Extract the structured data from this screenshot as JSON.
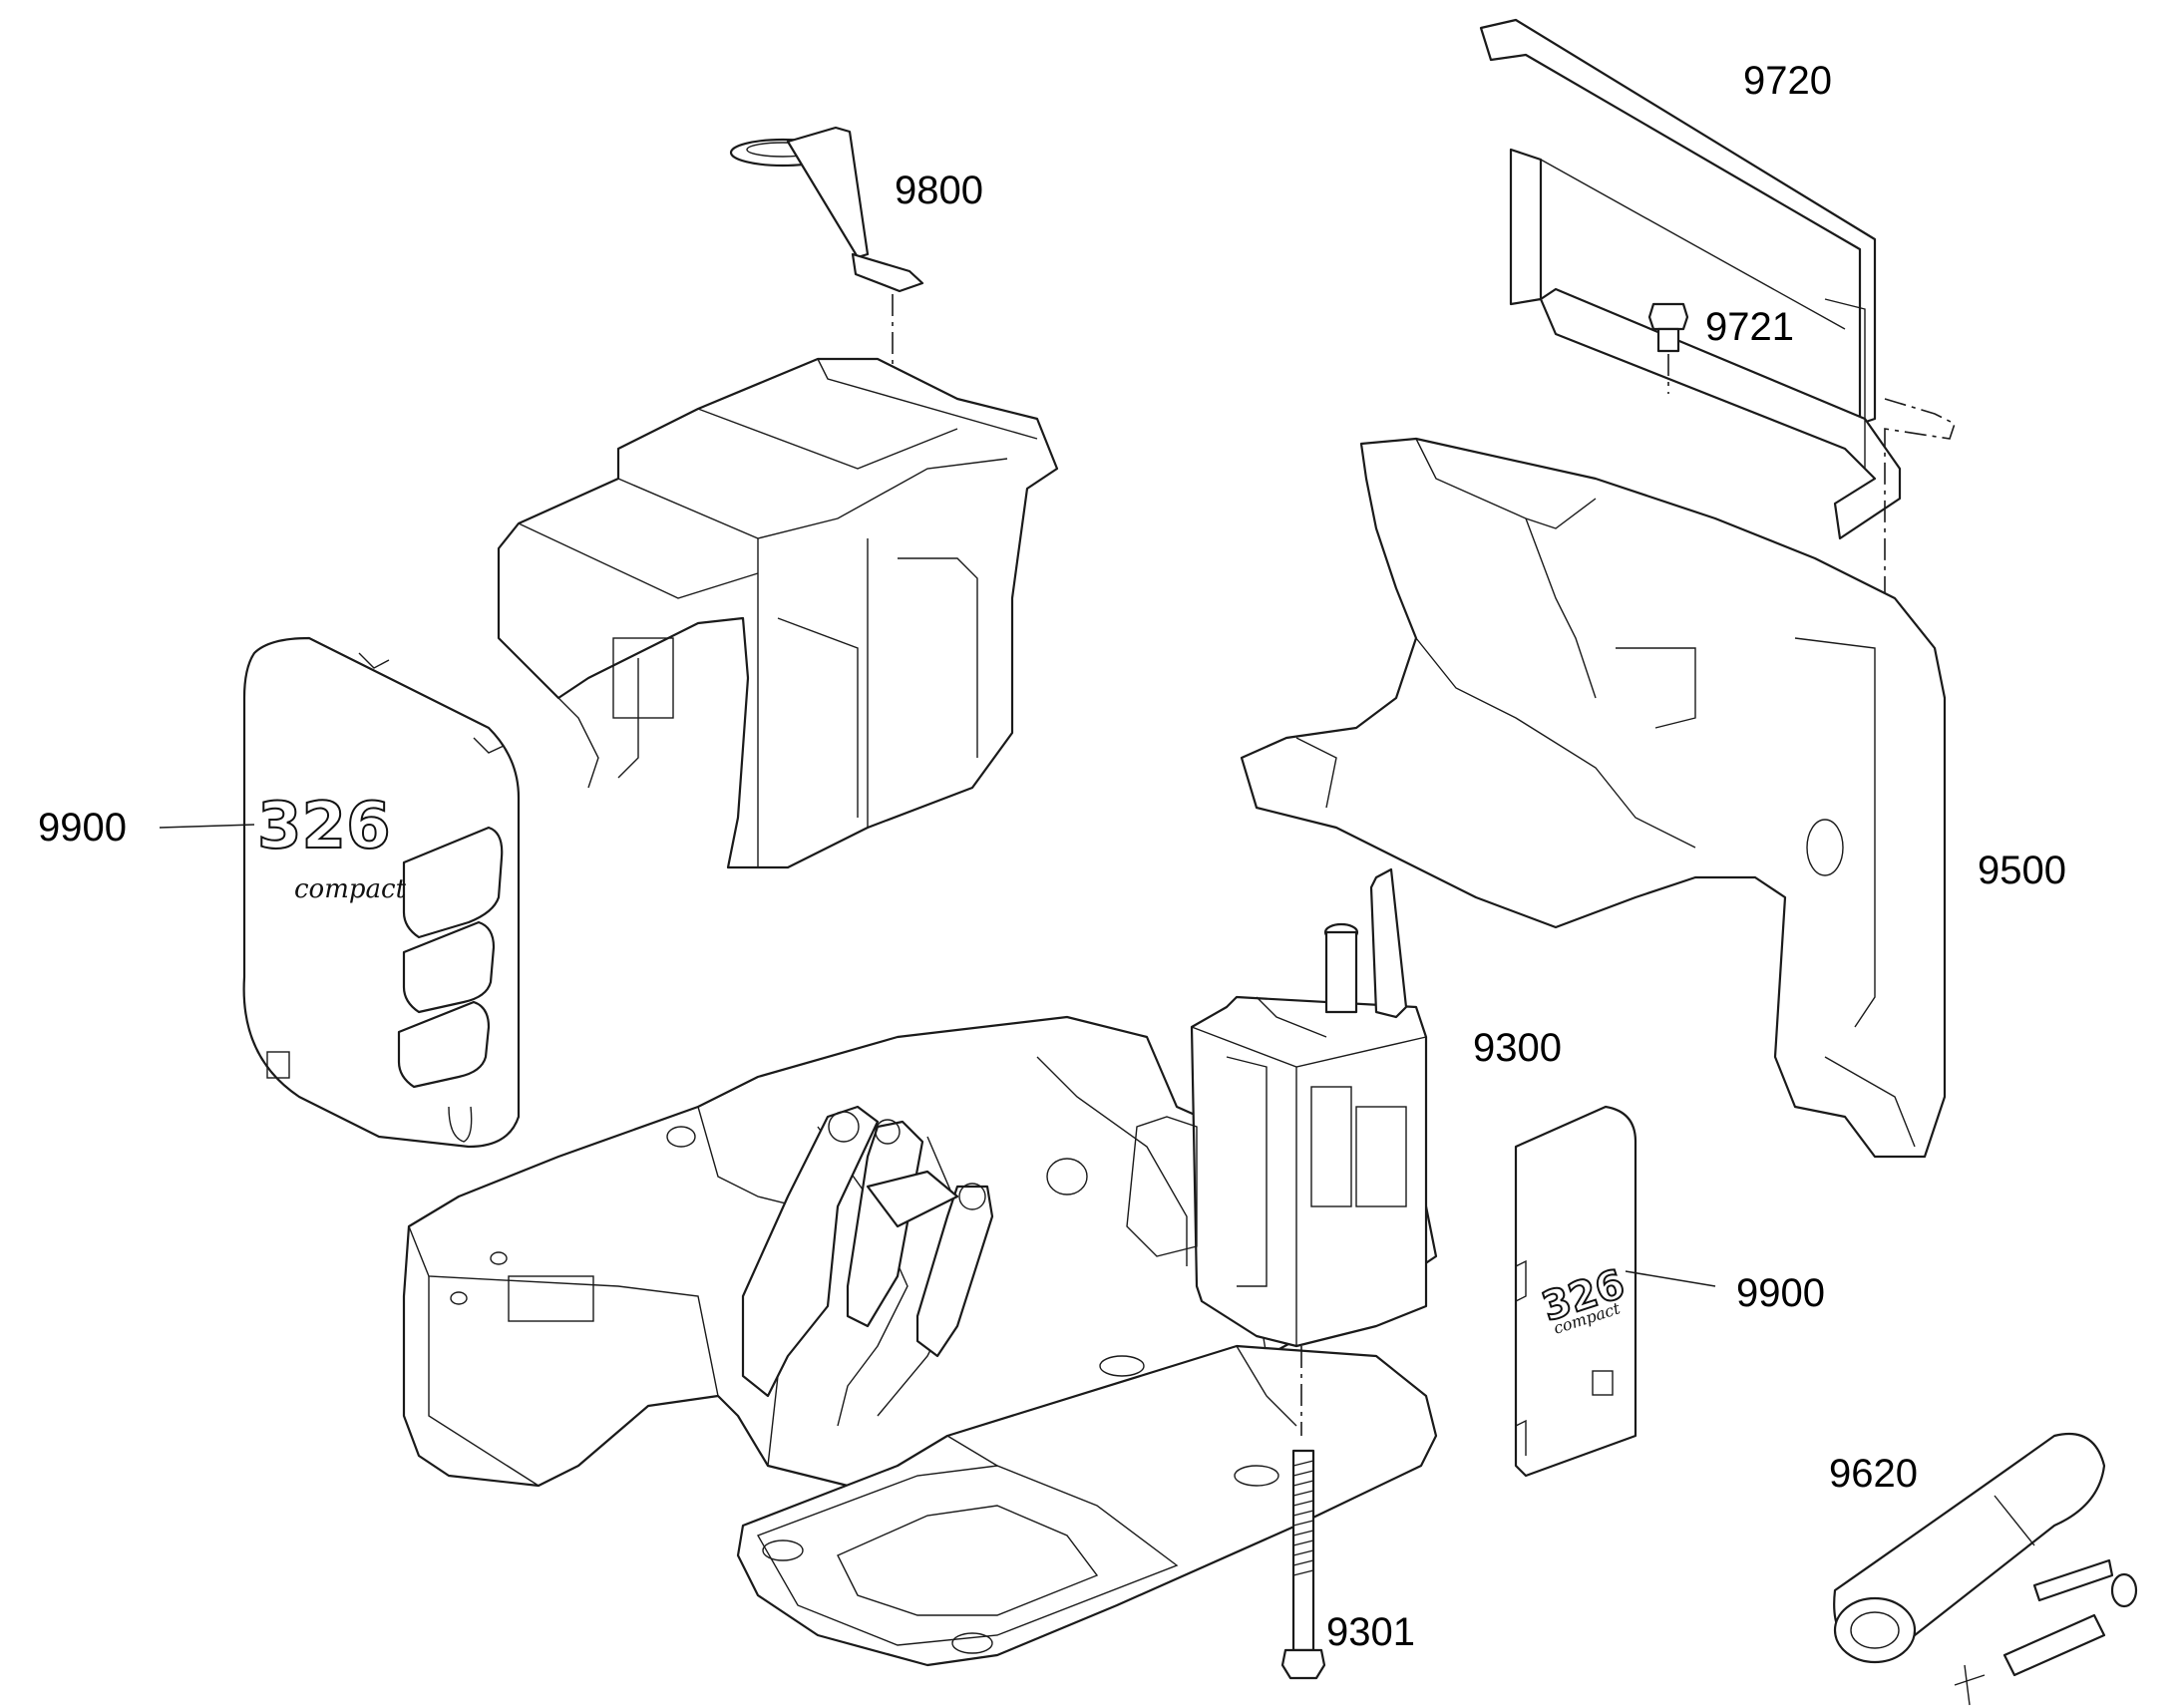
{
  "labels": {
    "p9720": "9720",
    "p9800": "9800",
    "p9721": "9721",
    "p9900a": "9900",
    "p9500": "9500",
    "p9300": "9300",
    "p9900b": "9900",
    "p9620": "9620",
    "p9301": "9301"
  },
  "decals": {
    "model": "326",
    "variant": "compact"
  }
}
